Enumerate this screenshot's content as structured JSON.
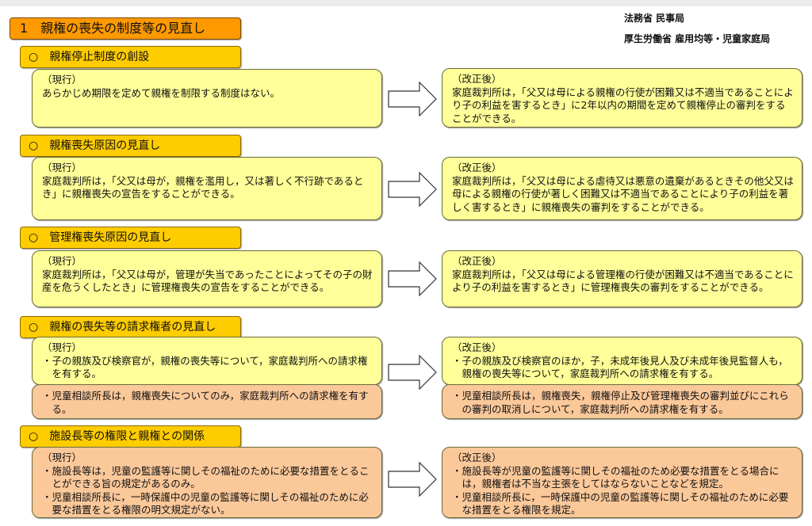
{
  "title": "1　親権の喪失の制度等の見直し",
  "ministries": [
    "法務省 民事局",
    "厚生労働省 雇用均等・児童家庭局"
  ],
  "current_label": "（現行）",
  "revised_label": "（改正後）",
  "sections": [
    {
      "heading": "○　親権停止制度の創設",
      "current": "あらかじめ期限を定めて親権を制限する制度はない。",
      "revised": "家庭裁判所は，「父又は母による親権の行使が困難又は不適当であることにより子の利益を害するとき」に2年以内の期間を定めて親権停止の審判をすることができる。"
    },
    {
      "heading": "○　親権喪失原因の見直し",
      "current": "家庭裁判所は，「父又は母が，親権を濫用し，又は著しく不行跡であるとき」に親権喪失の宣告をすることができる。",
      "revised": "家庭裁判所は，「父又は母による虐待又は悪意の遺棄があるときその他父又は母による親権の行使が著しく困難又は不適当であることにより子の利益を著しく害するとき」に親権喪失の審判をすることができる。"
    },
    {
      "heading": "○　管理権喪失原因の見直し",
      "current": "家庭裁判所は，「父又は母が，管理が失当であったことによってその子の財産を危うくしたとき」に管理権喪失の宣告をすることができる。",
      "revised": "家庭裁判所は，「父又は母による管理権の行使が困難又は不適当であることにより子の利益を害するとき」に管理権喪失の審判をすることができる。"
    },
    {
      "heading": "○　親権の喪失等の請求権者の見直し",
      "current": "・子の親族及び検察官が，親権の喪失等について，家庭裁判所への請求権を有する。",
      "current2": "・児童相談所長は，親権喪失についてのみ，家庭裁判所への請求権を有する。",
      "revised": "・子の親族及び検察官のほか，子，未成年後見人及び未成年後見監督人も，親権の喪失等について，家庭裁判所への請求権を有する。",
      "revised2": "・児童相談所長は，親権喪失，親権停止及び管理権喪失の審判並びにこれらの審判の取消しについて，家庭裁判所への請求権を有する。"
    },
    {
      "heading": "○　施設長等の権限と親権との関係",
      "current": "・施設長等は，児童の監護等に関しその福祉のために必要な措置をとることができる旨の規定があるのみ。",
      "current2": "・児童相談所長に，一時保護中の児童の監護等に関しその福祉のために必要な措置をとる権限の明文規定がない。",
      "revised": "・施設長等が児童の監護等に関しその福祉のため必要な措置をとる場合には，親権者は不当な主張をしてはならないことなどを規定。",
      "revised2": "・児童相談所長に，一時保護中の児童の監護等に関しその福祉のために必要な措置をとる権限を規定。"
    }
  ]
}
